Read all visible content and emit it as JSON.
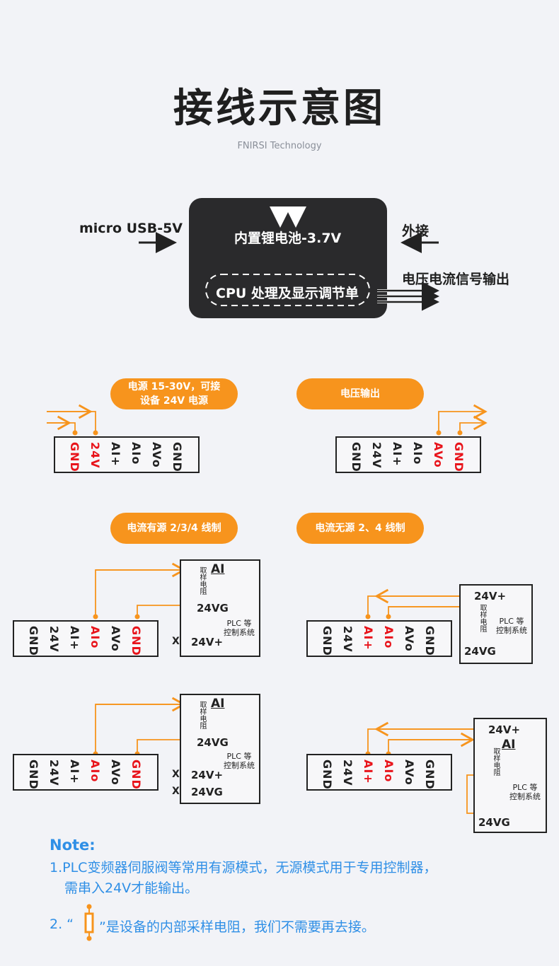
{
  "header": {
    "title": "接线示意图",
    "brand": "FNIRSI Technology"
  },
  "overview": {
    "usb_label": "micro USB-5V",
    "ext_label": "外接",
    "battery_label": "内置锂电池-3.7V",
    "cpu_label": "CPU 处理及显示调节单",
    "output_label": "电压电流信号输出"
  },
  "sections": {
    "power": "电源 15-30V，可接\n设备 24V 电源",
    "voltage_out": "电压输出",
    "current_active": "电流有源 2/3/4 线制",
    "current_passive": "电流无源 2、4 线制"
  },
  "pins": [
    "GND",
    "24V",
    "AI+",
    "AIo",
    "AVo",
    "GND"
  ],
  "plc": {
    "ai": "AI",
    "resistor": "取样电阻",
    "v24g": "24VG",
    "v24p": "24V+",
    "system": "PLC 等\n控制系统",
    "x": "X"
  },
  "colors": {
    "accent": "#f7941d",
    "red": "#e8141b",
    "note": "#2f8fe6"
  },
  "notes": {
    "heading": "Note:",
    "line1": "1.PLC变频器伺服阀等常用有源模式，无源模式用于专用控制器，",
    "line1b": "需串入24V才能输出。",
    "line2_prefix": "2. “",
    "line2_suffix": "”是设备的内部采样电阻，我们不需要再去接。"
  }
}
